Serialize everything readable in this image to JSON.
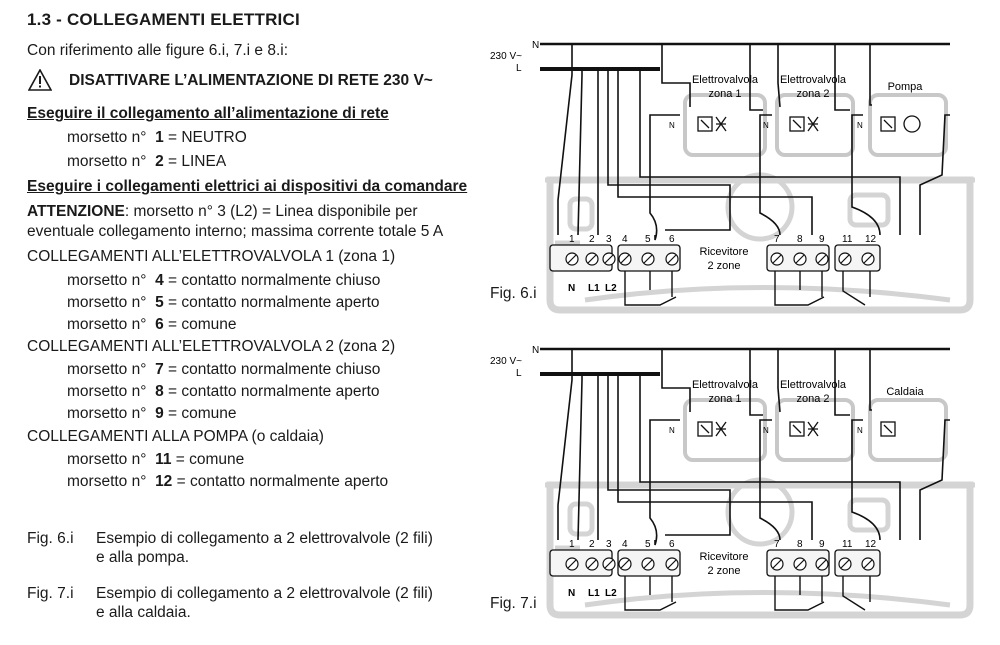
{
  "section_title": "1.3 - COLLEGAMENTI ELETTRICI",
  "intro": "Con riferimento alle figure 6.i, 7.i e 8.i:",
  "warning": "DISATTIVARE L’ALIMENTAZIONE DI RETE 230 V~",
  "supply_heading": "Eseguire il collegamento all’alimentazione di rete",
  "supply_items": [
    {
      "prefix": "morsetto n°",
      "num": "1",
      "text": "= NEUTRO"
    },
    {
      "prefix": "morsetto n°",
      "num": "2",
      "text": "= LINEA"
    }
  ],
  "devices_heading": "Eseguire i collegamenti elettrici ai dispositivi da comandare",
  "attention_label": "ATTENZIONE",
  "attention_line1": ": morsetto n° 3 (L2) = Linea disponibile per",
  "attention_line2": "eventuale collegamento interno; massima corrente totale 5 A",
  "valve1_heading": "COLLEGAMENTI ALL’ELETTROVALVOLA 1 (zona 1)",
  "valve1_items": [
    {
      "prefix": "morsetto n°",
      "num": "4",
      "text": "= contatto normalmente chiuso"
    },
    {
      "prefix": "morsetto n°",
      "num": "5",
      "text": "= contatto normalmente aperto"
    },
    {
      "prefix": "morsetto n°",
      "num": "6",
      "text": "= comune"
    }
  ],
  "valve2_heading": "COLLEGAMENTI ALL’ELETTROVALVOLA 2 (zona 2)",
  "valve2_items": [
    {
      "prefix": "morsetto n°",
      "num": "7",
      "text": "= contatto normalmente chiuso"
    },
    {
      "prefix": "morsetto n°",
      "num": "8",
      "text": "= contatto normalmente aperto"
    },
    {
      "prefix": "morsetto n°",
      "num": "9",
      "text": "= comune"
    }
  ],
  "pump_heading": "COLLEGAMENTI ALLA POMPA (o caldaia)",
  "pump_items": [
    {
      "prefix": "morsetto n°",
      "num": "11",
      "text": "= comune"
    },
    {
      "prefix": "morsetto n°",
      "num": "12",
      "text": "= contatto normalmente aperto"
    }
  ],
  "captions": [
    {
      "ref": "Fig. 6.i",
      "line1": "Esempio di collegamento a 2 elettrovalvole (2 fili)",
      "line2": "e alla pompa."
    },
    {
      "ref": "Fig. 7.i",
      "line1": "Esempio di collegamento a 2 elettrovalvole (2 fili)",
      "line2": "e alla caldaia."
    }
  ],
  "diagrams": [
    {
      "fig_label": "Fig. 6.i",
      "mains_n": "N",
      "mains_voltage": "230 V~",
      "mains_l": "L",
      "valve1_label1": "Elettrovalvola",
      "valve1_label2": "zona 1",
      "valve2_label1": "Elettrovalvola",
      "valve2_label2": "zona 2",
      "device3_label": "Pompa",
      "wire_n": "N",
      "receiver_label1": "Ricevitore",
      "receiver_label2": "2 zone",
      "terminals": [
        "1",
        "2",
        "3",
        "4",
        "5",
        "6",
        "7",
        "8",
        "9",
        "11",
        "12"
      ],
      "bottom_labels": [
        "N",
        "L1",
        "L2"
      ]
    },
    {
      "fig_label": "Fig. 7.i",
      "mains_n": "N",
      "mains_voltage": "230 V~",
      "mains_l": "L",
      "valve1_label1": "Elettrovalvola",
      "valve1_label2": "zona 1",
      "valve2_label1": "Elettrovalvola",
      "valve2_label2": "zona 2",
      "device3_label": "Caldaia",
      "wire_n": "N",
      "receiver_label1": "Ricevitore",
      "receiver_label2": "2 zone",
      "terminals": [
        "1",
        "2",
        "3",
        "4",
        "5",
        "6",
        "7",
        "8",
        "9",
        "11",
        "12"
      ],
      "bottom_labels": [
        "N",
        "L1",
        "L2"
      ]
    }
  ]
}
